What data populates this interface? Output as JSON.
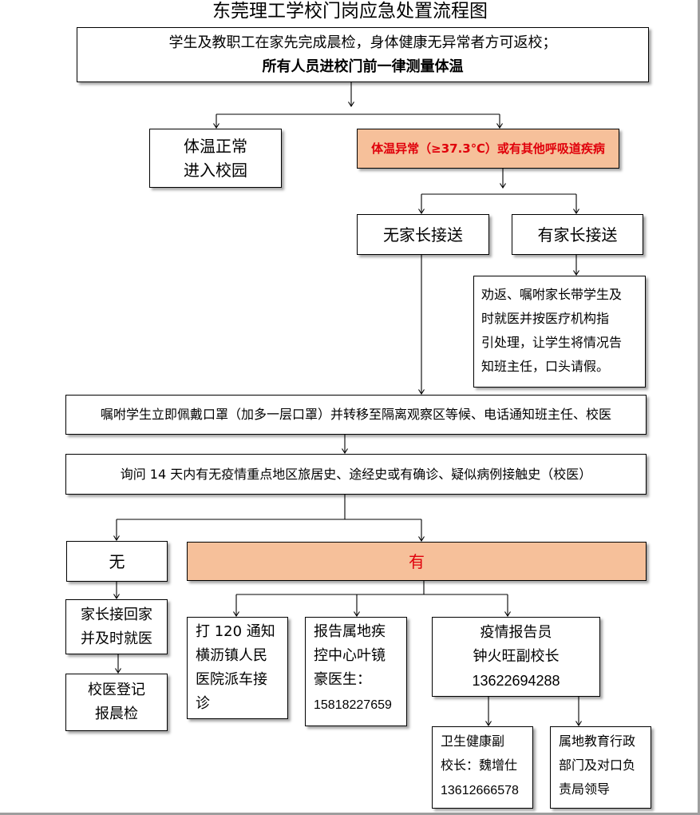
{
  "title": "东莞理工学校门岗应急处置流程图",
  "top": {
    "line1": "学生及教职工在家先完成晨检，身体健康无异常者方可返校；",
    "line2": "所有人员进校门前一律测量体温"
  },
  "normal": {
    "line1": "体温正常",
    "line2": "进入校园"
  },
  "abnormal": {
    "text": "体温异常（≥37.3℃）或有其他呼吸道疾病"
  },
  "no_parent": {
    "text": "无家长接送"
  },
  "has_parent": {
    "text": "有家长接送"
  },
  "persuade": {
    "line1": "劝返、嘱咐家长带学生及",
    "line2": "时就医并按医疗机构指",
    "line3": "引处理，让学生将情况告",
    "line4": "知班主任，口头请假。"
  },
  "mask": {
    "text": "嘱咐学生立即佩戴口罩（加多一层口罩）并转移至隔离观察区等候、电话通知班主任、校医"
  },
  "inquire": {
    "text": "询问 14 天内有无疫情重点地区旅居史、途经史或有确诊、疑似病例接触史（校医）"
  },
  "none": {
    "text": "无"
  },
  "yes": {
    "text": "有"
  },
  "pickup": {
    "line1": "家长接回家",
    "line2": "并及时就医"
  },
  "register": {
    "line1": "校医登记",
    "line2": "报晨检"
  },
  "call120": {
    "line1": "打 120 通知",
    "line2": "横沥镇人民",
    "line3": "医院派车接",
    "line4": "诊"
  },
  "report_cdc": {
    "line1": "报告属地疾",
    "line2": "控中心叶镜",
    "line3": "豪医生：",
    "phone": "15818227659"
  },
  "reporter": {
    "line1": "疫情报告员",
    "line2": "钟火旺副校长",
    "phone": "13622694288"
  },
  "health_vp": {
    "line1": "卫生健康副",
    "line2": "校长：魏增仕",
    "phone": "13612666578"
  },
  "edu_dept": {
    "line1": "属地教育行政",
    "line2": "部门及对口负",
    "line3": "责局领导"
  },
  "colors": {
    "orange_fill": "#f6c09a",
    "alert_text": "#e0000b"
  }
}
